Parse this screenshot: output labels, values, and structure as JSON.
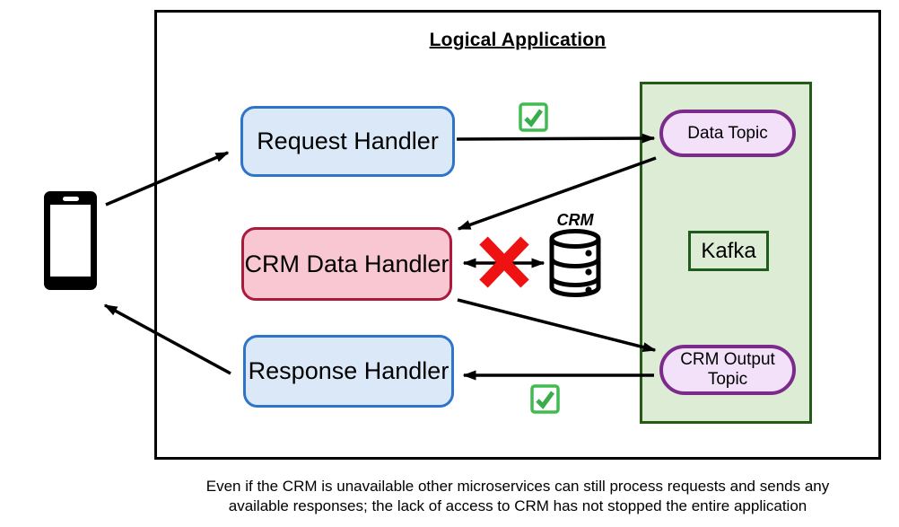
{
  "title": "Logical Application",
  "client": {
    "icon": "smartphone-icon"
  },
  "nodes": {
    "request_handler": {
      "label": "Request Handler"
    },
    "crm_data_handler": {
      "label": "CRM Data Handler"
    },
    "response_handler": {
      "label": "Response Handler"
    }
  },
  "kafka": {
    "label": "Kafka",
    "topics": {
      "data_topic": {
        "label": "Data Topic"
      },
      "crm_output_topic": {
        "label": "CRM Output Topic"
      }
    }
  },
  "crm_database": {
    "label": "CRM",
    "icon": "database-icon"
  },
  "status_icons": {
    "success": "green-checkmark-icon",
    "failure": "red-x-icon"
  },
  "arrows": [
    "phone-to-request-handler",
    "request-handler-to-data-topic",
    "data-topic-to-crm-data-handler",
    "crm-data-handler-to-crm-database-bidirectional",
    "crm-data-handler-to-crm-output-topic",
    "crm-output-topic-to-response-handler",
    "response-handler-to-phone"
  ],
  "caption": {
    "line1": "Even if the CRM is unavailable other microservices can still process requests and sends any",
    "line2": "available responses; the lack of access to CRM has not stopped the entire application"
  },
  "colors": {
    "handler_blue_fill": "#dbe8f7",
    "handler_blue_border": "#2e74c8",
    "crm_pink_fill": "#f9c7d2",
    "crm_red_border": "#ab1a3c",
    "kafka_green_fill": "#ddedd5",
    "kafka_green_border": "#245c17",
    "topic_purple_fill": "#f2e1f9",
    "topic_purple_border": "#7c2b8d",
    "check_green": "#3fbc4f",
    "x_red": "#ee1212",
    "arrow_black": "#000000"
  }
}
